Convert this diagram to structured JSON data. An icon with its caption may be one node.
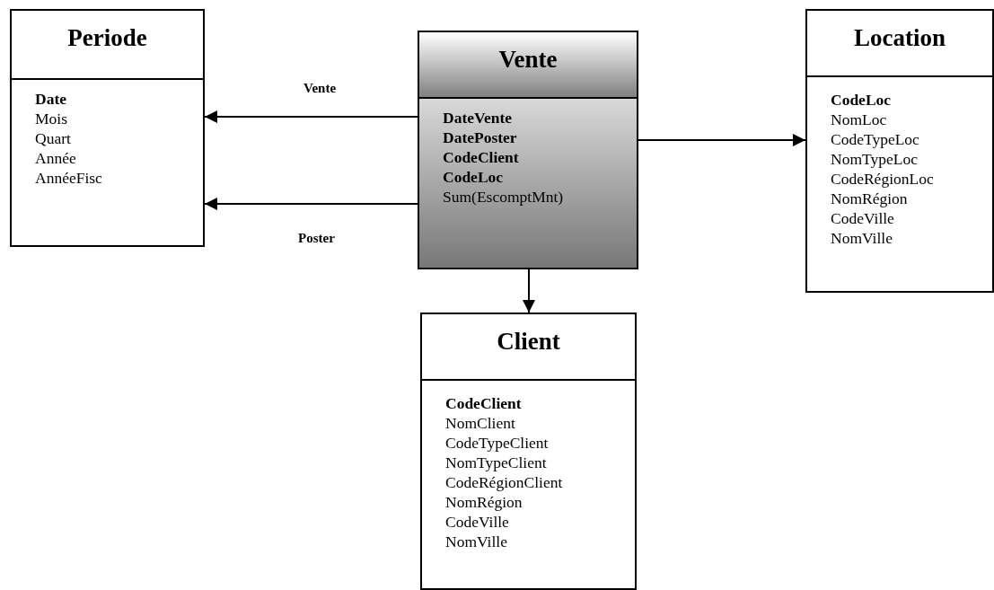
{
  "diagram": {
    "nodes": [
      {
        "text": [
          "Periode",
          "Date",
          "Mois",
          "Quart",
          "Année",
          "AnnéeFisc"
        ]
      },
      {
        "text": [
          "Vente",
          "DateVente",
          "DatePoster",
          "CodeClient",
          "CodeLoc",
          "Sum(EscomptMnt)"
        ]
      },
      {
        "text": [
          "Location",
          "CodeLoc",
          "NomLoc",
          "CodeTypeLoc",
          "NomTypeLoc",
          "CodeRégionLoc",
          "NomRégion",
          "CodeVille",
          "NomVille"
        ]
      },
      {
        "text": [
          "Client",
          "CodeClient",
          "NomClient",
          "CodeTypeClient",
          "NomTypeClient",
          "CodeRégionClient",
          "NomRégion",
          "CodeVille",
          "NomVille"
        ]
      }
    ],
    "edges": [
      {
        "from": 1,
        "to": 0,
        "arrow": "to",
        "label": "Vente"
      },
      {
        "from": 1,
        "to": 0,
        "arrow": "to",
        "label": "Poster"
      },
      {
        "from": 1,
        "to": 2,
        "arrow": "to"
      },
      {
        "from": 1,
        "to": 3,
        "arrow": "to"
      }
    ]
  }
}
